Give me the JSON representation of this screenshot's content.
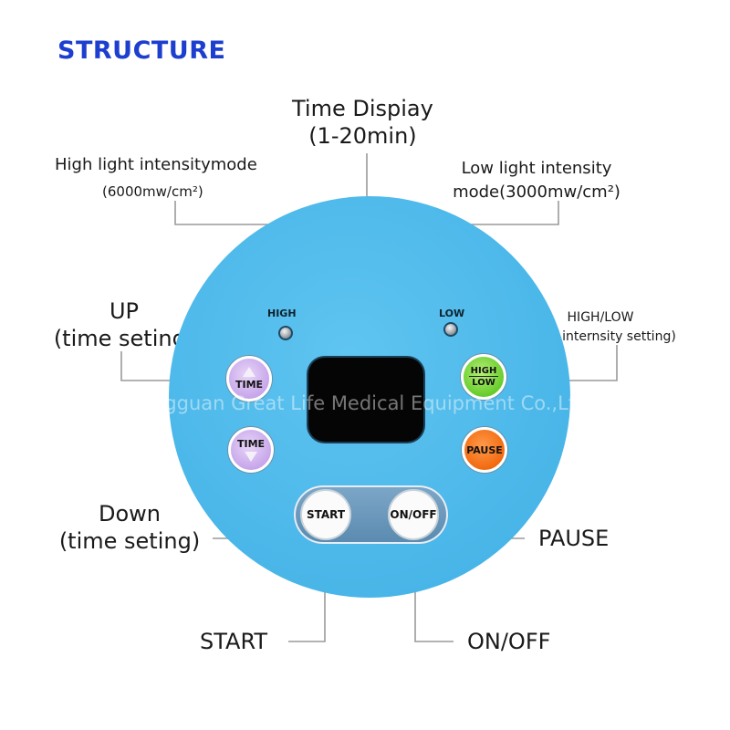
{
  "heading": "STRUCTURE",
  "callouts": {
    "time_display": [
      "Time Dispiay",
      "(1-20min)"
    ],
    "high_mode": [
      "High light intensitymode",
      "(6000mw/cm²)"
    ],
    "low_mode": [
      "Low light intensity",
      "mode(3000mw/cm²)"
    ],
    "up": [
      "UP",
      "(time seting)"
    ],
    "high_low": [
      "HIGH/LOW",
      "(light internsity setting)"
    ],
    "down": [
      "Down",
      "(time seting)"
    ],
    "pause": "PAUSE",
    "start": "START",
    "on_off": "ON/OFF"
  },
  "panel": {
    "high_led_label": "HIGH",
    "low_led_label": "LOW",
    "time_up_label": "TIME",
    "time_down_label": "TIME",
    "high_low_top": "HIGH",
    "high_low_bottom": "LOW",
    "pause_label": "PAUSE",
    "start_label": "START",
    "onoff_label": "ON/OFF",
    "watermark": "Dongguan Great Life Medical Equipment Co.,Ltd"
  },
  "colors": {
    "heading": "#1d3fcf",
    "panel": "#4cb8ea",
    "time_buttons": "#c7a6ea",
    "high_low_button": "#66cc2a",
    "pause_button": "#f26a10"
  },
  "icons": [
    "triangle-up-icon",
    "triangle-down-icon"
  ]
}
